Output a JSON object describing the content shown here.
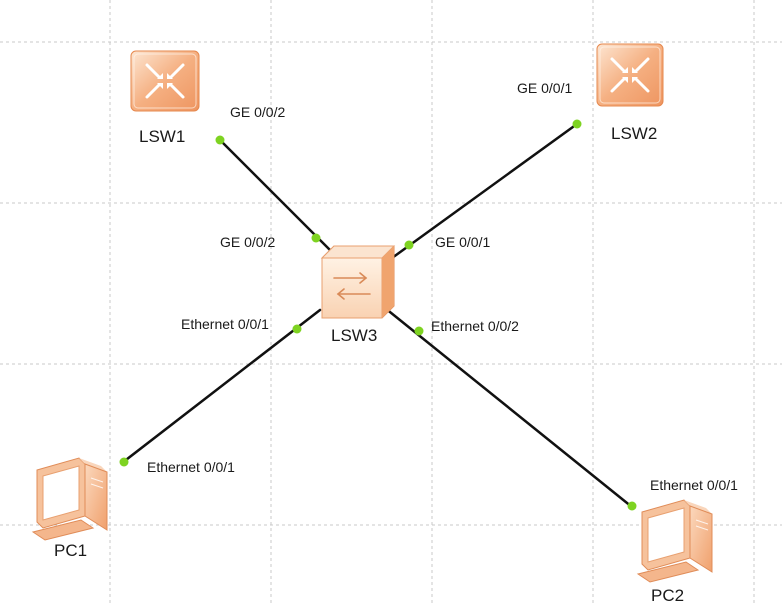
{
  "diagram": {
    "devices": {
      "lsw1": {
        "name": "LSW1",
        "icon": "router-switch-icon"
      },
      "lsw2": {
        "name": "LSW2",
        "icon": "router-switch-icon"
      },
      "lsw3": {
        "name": "LSW3",
        "icon": "switch-icon"
      },
      "pc1": {
        "name": "PC1",
        "icon": "pc-icon"
      },
      "pc2": {
        "name": "PC2",
        "icon": "pc-icon"
      }
    },
    "ports": {
      "lsw1_ge002": "GE 0/0/2",
      "lsw2_ge001": "GE 0/0/1",
      "lsw3_ge002": "GE 0/0/2",
      "lsw3_ge001": "GE 0/0/1",
      "lsw3_eth001": "Ethernet 0/0/1",
      "lsw3_eth002": "Ethernet 0/0/2",
      "pc1_eth001": "Ethernet 0/0/1",
      "pc2_eth001": "Ethernet 0/0/1"
    },
    "links": [
      {
        "from": "LSW1",
        "to": "LSW3"
      },
      {
        "from": "LSW2",
        "to": "LSW3"
      },
      {
        "from": "LSW3",
        "to": "PC1"
      },
      {
        "from": "LSW3",
        "to": "PC2"
      }
    ],
    "colors": {
      "device_orange": "#f0a070",
      "device_light": "#fde0c8",
      "port_dot": "#7ed321",
      "link": "#111111",
      "grid": "#c8c8c8"
    }
  }
}
